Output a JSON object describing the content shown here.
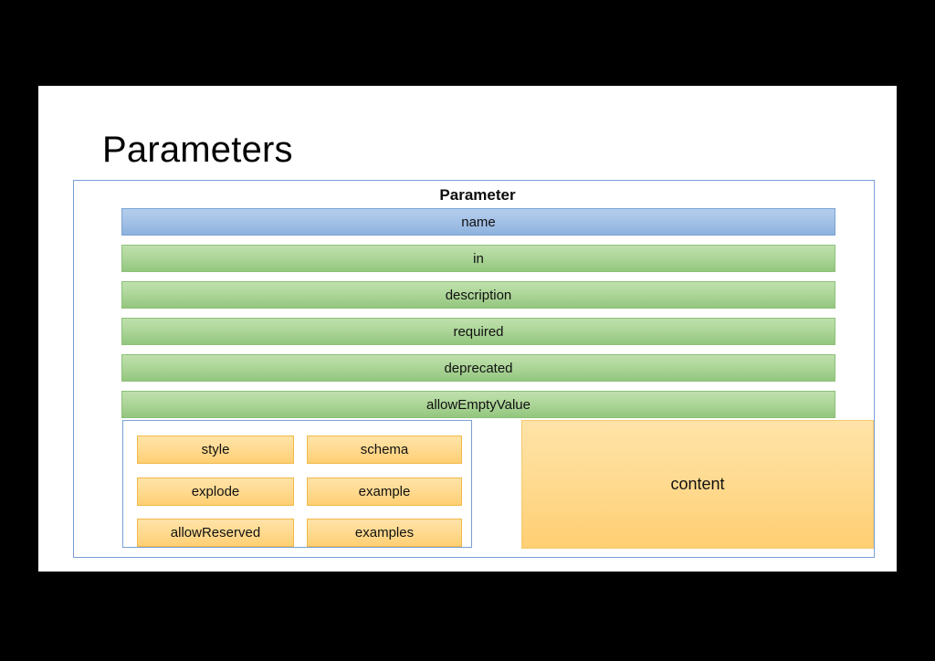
{
  "slide": {
    "title": "Parameters",
    "background_color": "#000000",
    "canvas_color": "#ffffff"
  },
  "diagram": {
    "heading": "Parameter",
    "frame_border_color": "#7a9fd4",
    "bars": [
      {
        "label": "name",
        "style": "blue",
        "color": "#a6c3e7"
      },
      {
        "label": "in",
        "style": "green",
        "color": "#aed69a"
      },
      {
        "label": "description",
        "style": "green",
        "color": "#aed69a"
      },
      {
        "label": "required",
        "style": "green",
        "color": "#aed69a"
      },
      {
        "label": "deprecated",
        "style": "green",
        "color": "#aed69a"
      },
      {
        "label": "allowEmptyValue",
        "style": "green",
        "color": "#aed69a"
      }
    ],
    "group_box": {
      "chips": [
        {
          "label": "style",
          "column": "left",
          "row": 1
        },
        {
          "label": "schema",
          "column": "right",
          "row": 1
        },
        {
          "label": "explode",
          "column": "left",
          "row": 2
        },
        {
          "label": "example",
          "column": "right",
          "row": 2
        },
        {
          "label": "allowReserved",
          "column": "left",
          "row": 3
        },
        {
          "label": "examples",
          "column": "right",
          "row": 3
        }
      ],
      "chip_color": "#ffdb92"
    },
    "content_box": {
      "label": "content",
      "color": "#ffdb92"
    }
  }
}
